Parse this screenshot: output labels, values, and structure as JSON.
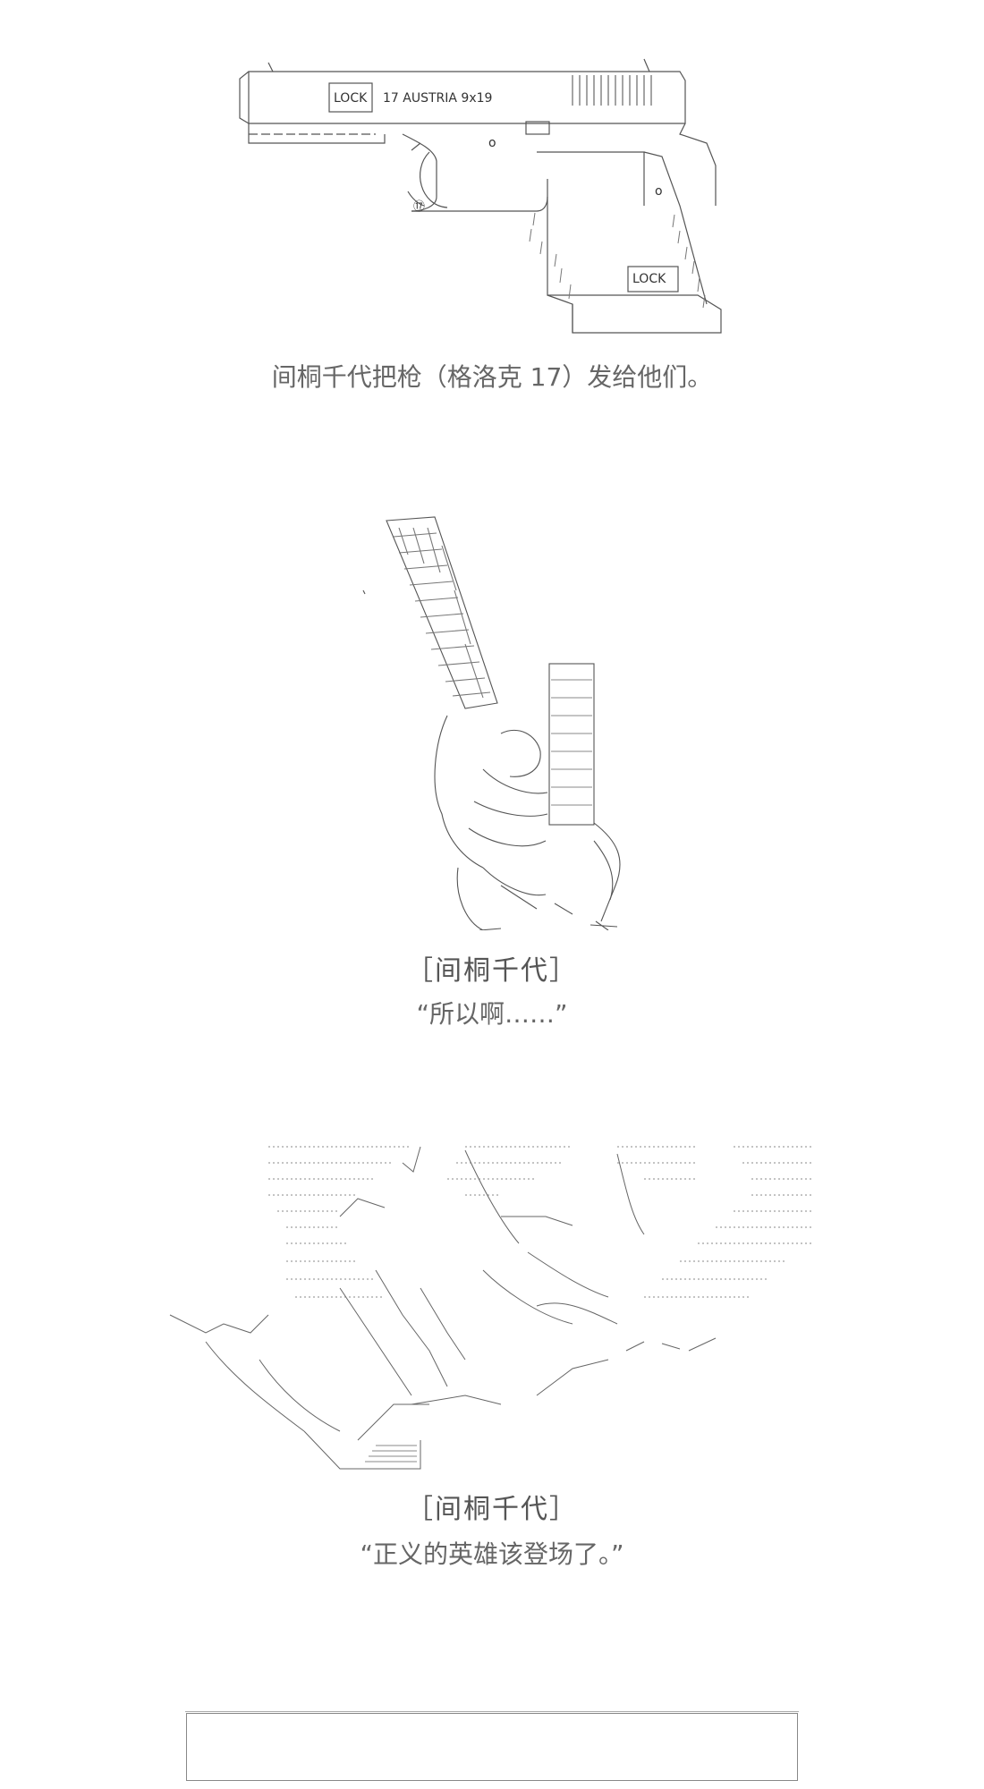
{
  "panel1": {
    "gun_art": {
      "slide_label": "LOCK",
      "model_text": "17  AUSTRIA  9x19",
      "grip_label": "LOCK",
      "small_mark": "⑰",
      "details": "o"
    },
    "narration": "间桐千代把枪（格洛克 17）发给他们。"
  },
  "panel2": {
    "speaker": "［间桐千代］",
    "line": "“所以啊……”"
  },
  "panel3": {
    "speaker": "［间桐千代］",
    "line": "“正义的英雄该登场了。”"
  }
}
